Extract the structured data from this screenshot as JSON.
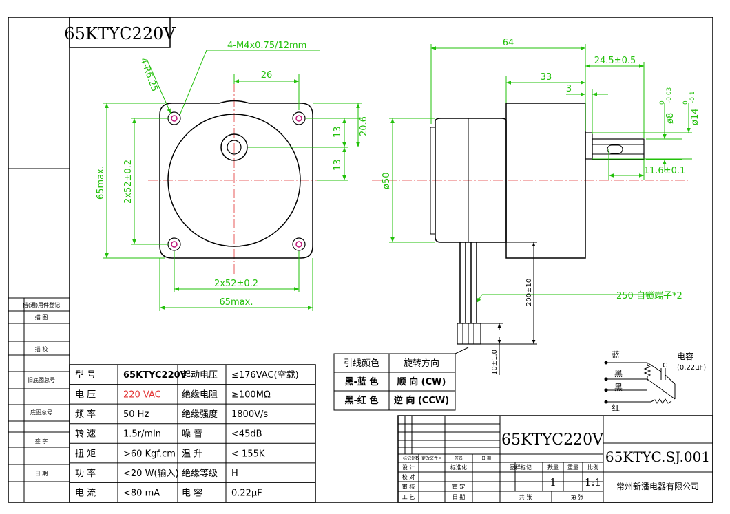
{
  "title_box": "65KTYC220V",
  "dims": {
    "thread": "4-M4x0.75/12mm",
    "radius": "4-R6.25",
    "d26": "26",
    "d20_6": "20.6",
    "d13a": "13",
    "d13b": "13",
    "front_v_max": "65max.",
    "front_v_52": "2x52±0.2",
    "front_h_52": "2x52±0.2",
    "front_h_max": "65max.",
    "d64": "64",
    "d24_5": "24.5±0.5",
    "d33": "33",
    "d3": "3",
    "shaft_d8": "ø8",
    "shaft_d8_tol_up": "0",
    "shaft_d8_tol_dn": "-0.03",
    "shaft_d14": "ø14",
    "shaft_d14_tol_up": "0",
    "shaft_d14_tol_dn": "-0.1",
    "d11_6": "11.6±0.1",
    "d50": "ø50",
    "d200": "200±10",
    "d10": "10±1.0",
    "leads": "250 自锁端子*2"
  },
  "lead_table": {
    "headers": [
      "引线颜色",
      "旋转方向"
    ],
    "rows": [
      [
        "黑-蓝 色",
        "顺 向 (CW)"
      ],
      [
        "黑-红 色",
        "逆 向 (CCW)"
      ]
    ]
  },
  "wiring": {
    "labels": [
      "蓝",
      "黑",
      "黑",
      "红"
    ],
    "cap_label": "电容",
    "cap_value": "(0.22μF)",
    "c": "C"
  },
  "spec_table": [
    [
      "型 号",
      "65KTYC220V",
      "起动电压",
      "≤176VAC(空载)"
    ],
    [
      "电 压",
      "220 VAC",
      "绝缘电阻",
      "≥100MΩ"
    ],
    [
      "频 率",
      "50 Hz",
      "绝缘强度",
      "1800V/s"
    ],
    [
      "转 速",
      "1.5r/min",
      "噪 音",
      "<45dB"
    ],
    [
      "扭 矩",
      ">60 Kgf.cm",
      "温 升",
      "< 155K"
    ],
    [
      "功 率",
      "<20 W(输入)",
      "绝缘等级",
      "H"
    ],
    [
      "电 流",
      "<80 mA",
      "电 容",
      "0.22μF"
    ]
  ],
  "left_margin": [
    "借(通)用件登记",
    "描 图",
    "描 校",
    "旧底图总号",
    "底图总号",
    "签 字",
    "日 期"
  ],
  "title_block": {
    "model": "65KTYC220V",
    "drawing_no": "65KTYC.SJ.001",
    "company": "常州新潘电器有限公司",
    "scale": "1:1",
    "qty": "1",
    "rev_headers": [
      "标记",
      "处数",
      "更改文件号",
      "签名",
      "日 期"
    ],
    "rows": [
      "设 计",
      "校 对",
      "审 核",
      "工 艺"
    ],
    "col2": [
      "标准化",
      "审 定",
      "日 期"
    ],
    "stage_headers": [
      "图样标记",
      "数量",
      "重量",
      "比例"
    ],
    "sheet": [
      "共 张",
      "第 张"
    ]
  },
  "colors": {
    "green": "#22c00a",
    "red": "#e23030",
    "magenta": "#c0187a",
    "ink": "#000000"
  }
}
